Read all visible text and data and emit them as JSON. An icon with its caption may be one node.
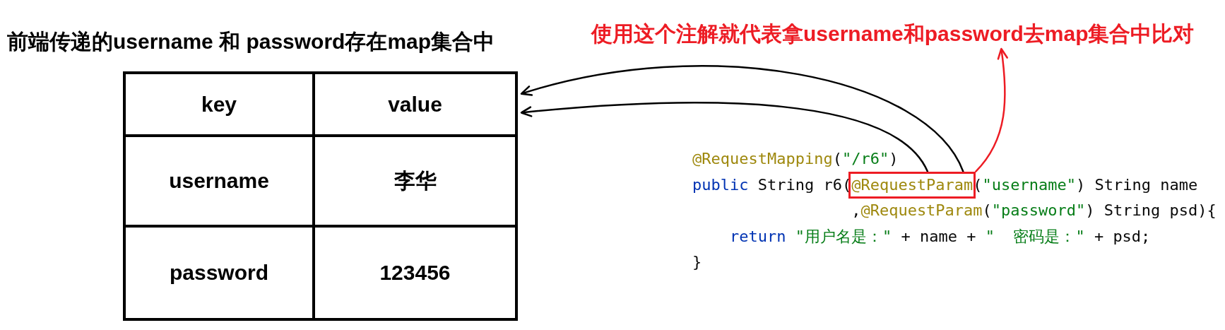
{
  "diagram": {
    "nodes": [
      {
        "text": [
          "前端传递的username 和 password存在map集合中"
        ]
      },
      {
        "text": [
          "@RequestMapping(\"/r6\")",
          "public String r6(",
          "(\"username\") String name",
          ",@RequestParam(\"password\") String psd){",
          "return \"用户名是：\" + name + \"  密码是：\" + psd;",
          "}"
        ]
      },
      {
        "text": [
          "@RequestParam"
        ],
        "in": 1
      },
      {
        "text": [
          "使用这个注解就代表拿username和password去map集合中比对"
        ]
      }
    ],
    "edges": [
      {
        "from": 2,
        "to": 0,
        "arrow": "to"
      },
      {
        "from": 2,
        "to": 0,
        "arrow": "to"
      },
      {
        "from": 2,
        "to": 3,
        "arrow": "to",
        "color": "#ed1c24"
      }
    ],
    "labels": [
      "key",
      "value",
      "username",
      "李华",
      "password",
      "123456"
    ]
  }
}
